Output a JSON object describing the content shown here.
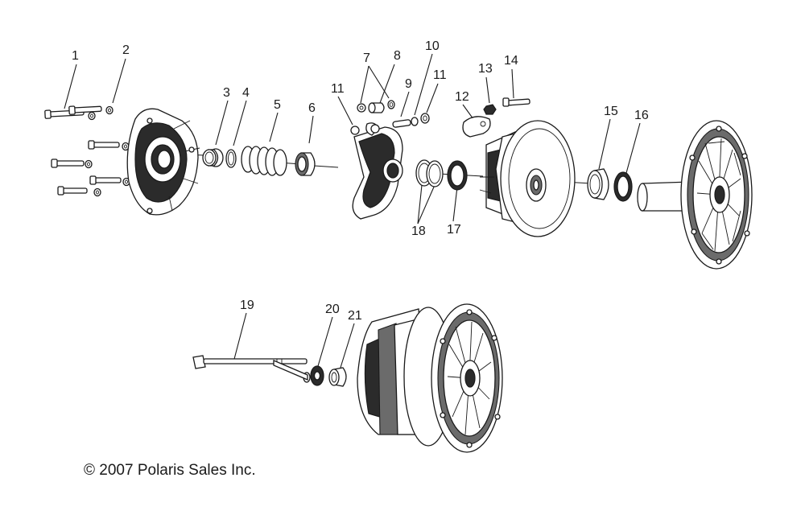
{
  "copyright": "© 2007 Polaris Sales Inc.",
  "callouts": [
    "1",
    "2",
    "3",
    "4",
    "5",
    "6",
    "7",
    "8",
    "9",
    "10",
    "11",
    "11",
    "12",
    "13",
    "14",
    "15",
    "16",
    "17",
    "18",
    "19",
    "20",
    "21"
  ]
}
